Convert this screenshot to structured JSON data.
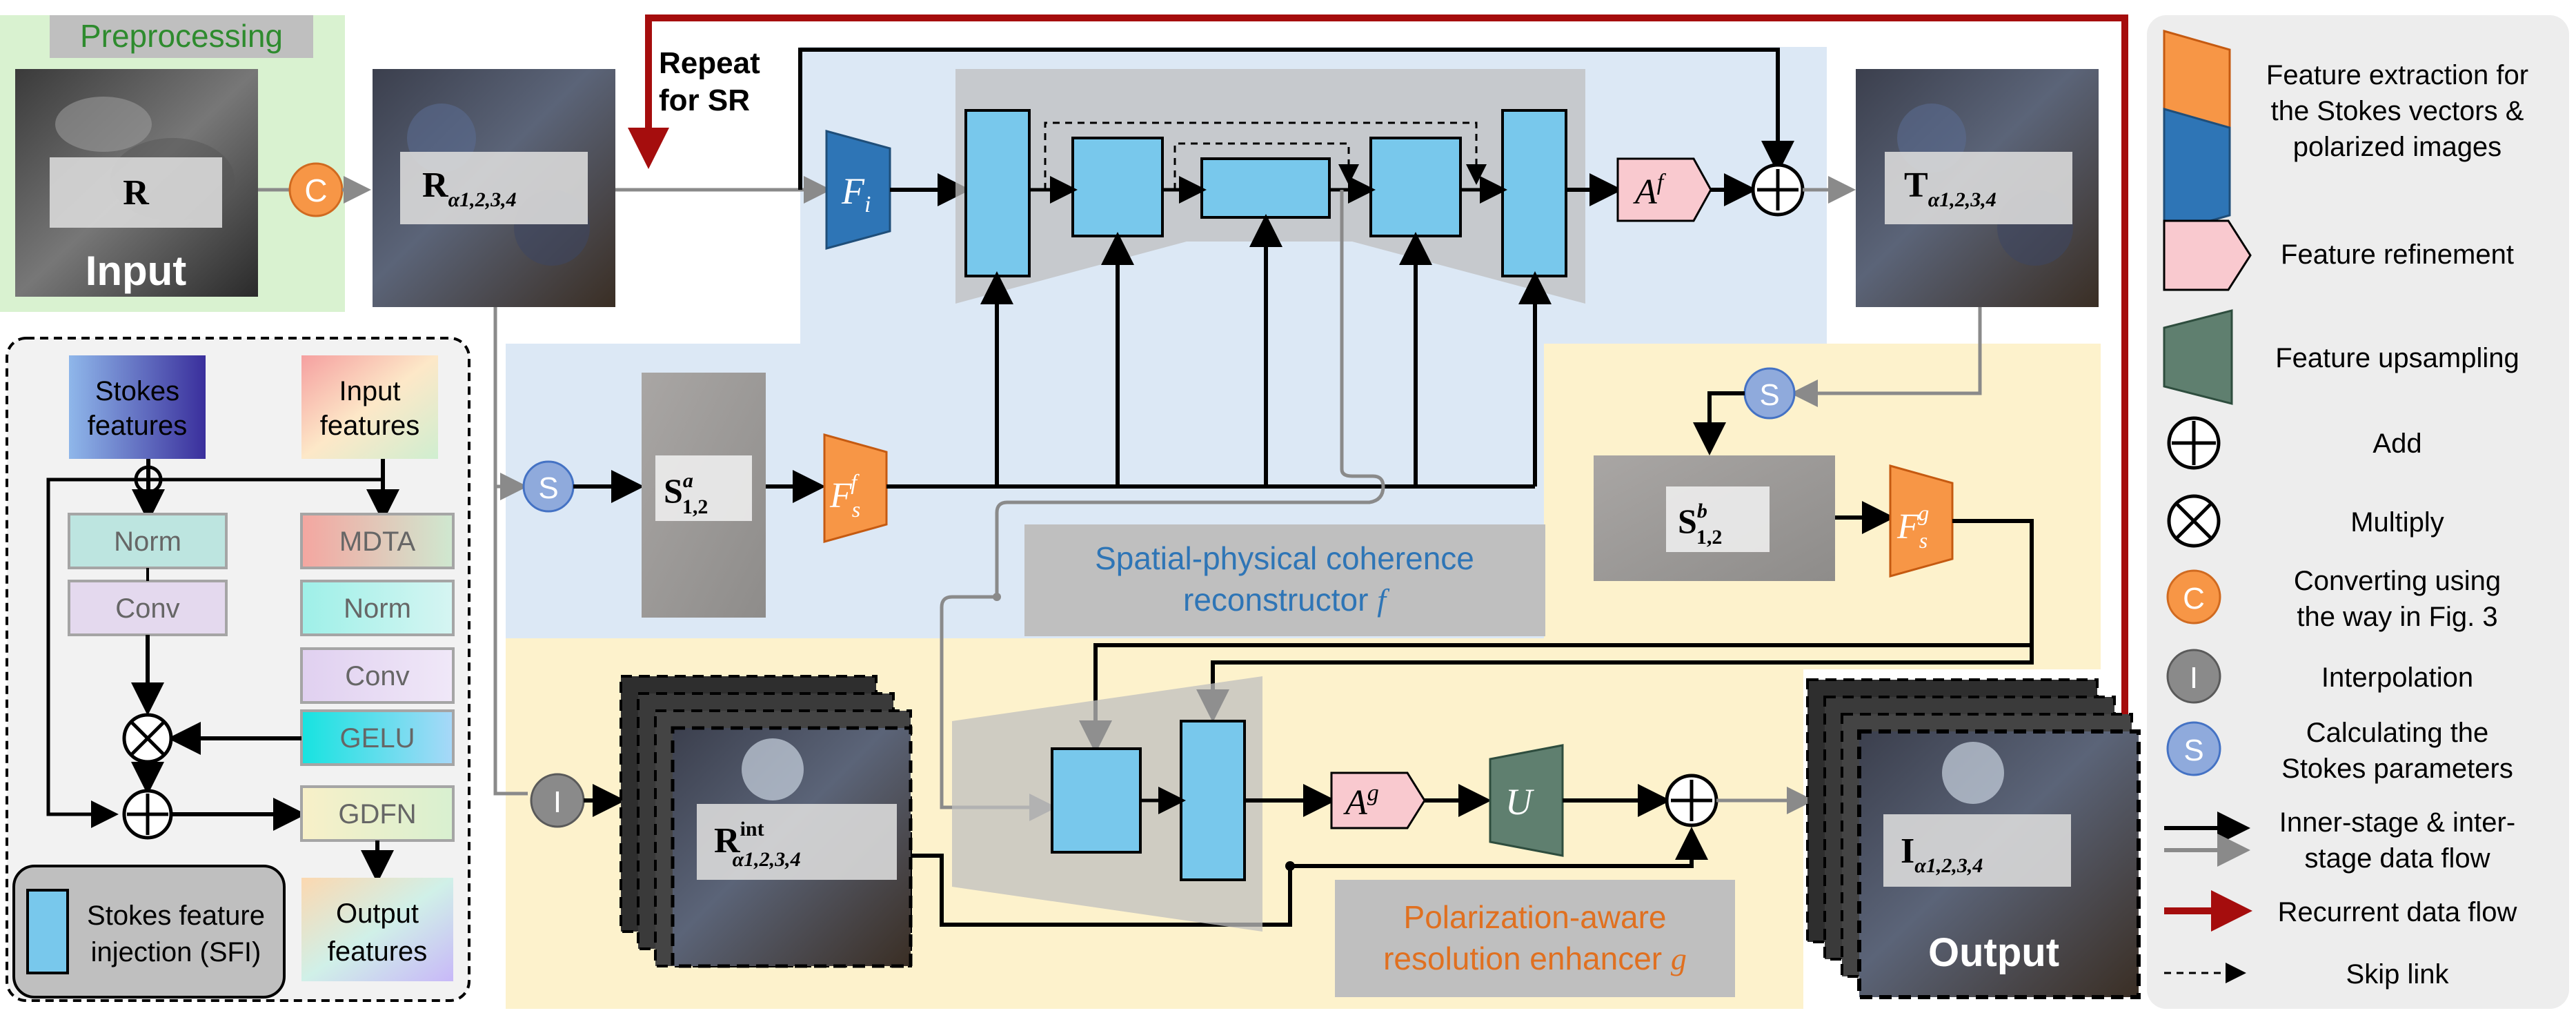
{
  "preprocessing": {
    "title": "Preprocessing",
    "r_label": "R",
    "input_label": "Input"
  },
  "images": {
    "r_alpha": "R",
    "r_alpha_sub": "α1,2,3,4",
    "t_alpha": "T",
    "t_alpha_sub": "α1,2,3,4",
    "r_int": "R",
    "r_int_sup": "int",
    "r_int_sub": "α1,2,3,4",
    "i_alpha": "I",
    "i_alpha_sub": "α1,2,3,4",
    "output_label": "Output"
  },
  "stokes": {
    "sa": "S",
    "sa_sup": "a",
    "sa_sub": "1,2",
    "sb": "S",
    "sb_sup": "b",
    "sb_sub": "1,2"
  },
  "modules": {
    "fi": "F",
    "fi_sub": "i",
    "fsf": "F",
    "fsf_sub": "s",
    "fsf_sup": "f",
    "fsg": "F",
    "fsg_sub": "s",
    "fsg_sup": "g",
    "af": "A",
    "af_sup": "f",
    "ag": "A",
    "ag_sup": "g",
    "u": "U"
  },
  "repeat_label_1": "Repeat",
  "repeat_label_2": "for SR",
  "stage_f": {
    "line1": "Spatial-physical coherence",
    "line2": "reconstructor ",
    "symbol": "f"
  },
  "stage_g": {
    "line1": "Polarization-aware",
    "line2": "resolution enhancer ",
    "symbol": "g"
  },
  "sfi_block": {
    "stokes_features": [
      "Stokes",
      "features"
    ],
    "input_features": [
      "Input",
      "features"
    ],
    "norm_left": "Norm",
    "conv_left": "Conv",
    "mdta": "MDTA",
    "norm_right": "Norm",
    "conv_right": "Conv",
    "gelu": "GELU",
    "gdfn": "GDFN",
    "output_features": [
      "Output",
      "features"
    ],
    "legend": [
      "Stokes feature",
      "injection (SFI)"
    ]
  },
  "legend": [
    {
      "key": "orange-trapezoid",
      "lines": [
        "Feature extraction for",
        "the Stokes vectors &",
        "polarized images"
      ]
    },
    {
      "key": "pink-pentagon",
      "lines": [
        "Feature refinement"
      ]
    },
    {
      "key": "green-trapezoid",
      "lines": [
        "Feature upsampling"
      ]
    },
    {
      "key": "add",
      "lines": [
        "Add"
      ]
    },
    {
      "key": "multiply",
      "lines": [
        "Multiply"
      ]
    },
    {
      "key": "convert",
      "lines": [
        "Converting using",
        "the way in Fig. 3"
      ]
    },
    {
      "key": "interp",
      "lines": [
        "Interpolation"
      ]
    },
    {
      "key": "stokes",
      "lines": [
        "Calculating the",
        "Stokes parameters"
      ]
    },
    {
      "key": "flow",
      "lines": [
        "Inner-stage & inter-",
        "stage data flow"
      ]
    },
    {
      "key": "recurrent",
      "lines": [
        "Recurrent data flow"
      ]
    },
    {
      "key": "skip",
      "lines": [
        "Skip link"
      ]
    }
  ],
  "circle_letters": {
    "convert": "C",
    "stokes": "S",
    "interp": "I"
  },
  "colors": {
    "orange": "#f79646",
    "blue_dark": "#2e75b6",
    "pink": "#f9c9cf",
    "green": "#5f7f6f",
    "cyan": "#78c8ec",
    "red": "#a50d0d",
    "stage_f_bg": "#dce8f5",
    "stage_g_bg": "#fdf2cc",
    "preproc_bg": "#d9f2d0"
  }
}
